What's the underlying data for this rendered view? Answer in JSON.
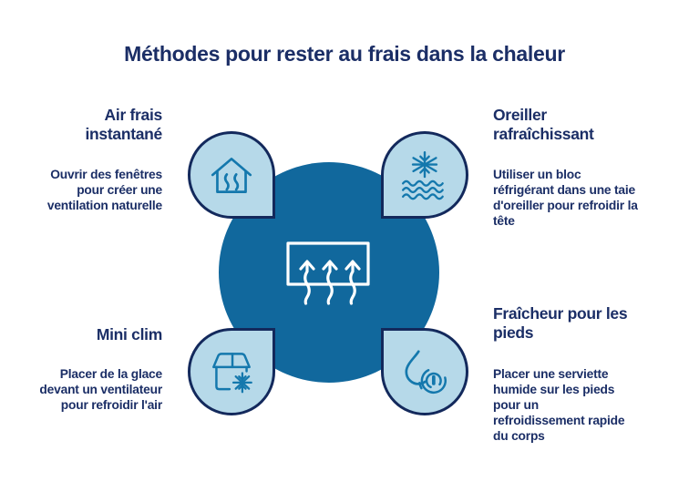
{
  "title": "Méthodes pour rester au frais dans la chaleur",
  "sections": {
    "top_left": {
      "heading": "Air frais\ninstantané",
      "body": "Ouvrir des fenêtres\npour créer une\nventilation naturelle",
      "icon": "house-heat-icon"
    },
    "top_right": {
      "heading": "Oreiller\nrafraîchissant",
      "body": "Utiliser un bloc\nréfrigérant dans une taie\nd'oreiller pour refroidir la\ntête",
      "icon": "snowflake-waves-icon"
    },
    "bottom_left": {
      "heading": "Mini clim",
      "body": "Placer de la glace\ndevant un ventilateur\npour refroidir l'air",
      "icon": "ice-box-snowflake-icon"
    },
    "bottom_right": {
      "heading": "Fraîcheur pour les\npieds",
      "body": "Placer une serviette\nhumide sur les pieds\npour un\nrefroidissement rapide\ndu corps",
      "icon": "water-drop-cooling-icon"
    }
  },
  "center": {
    "icon": "window-airflow-icon"
  },
  "colors": {
    "background": "#ffffff",
    "navy_text": "#1b2e66",
    "outline_navy": "#13295c",
    "center_circle_blue": "#11689d",
    "bubble_fill_light_blue": "#b6d9e9",
    "icon_stroke_blue": "#1478ad",
    "center_icon_white": "#ffffff"
  }
}
